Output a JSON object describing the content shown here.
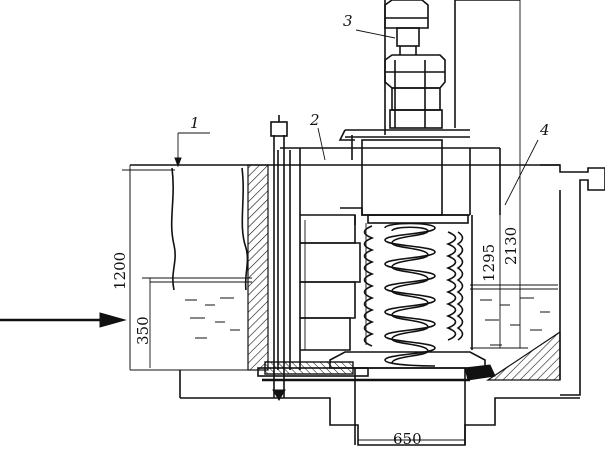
{
  "labels": {
    "part1": "1",
    "part2": "2",
    "part3": "3",
    "part4": "4"
  },
  "dimensions": {
    "d1200": "1200",
    "d350": "350",
    "d1295": "1295",
    "d2130": "2130",
    "d650": "650"
  }
}
